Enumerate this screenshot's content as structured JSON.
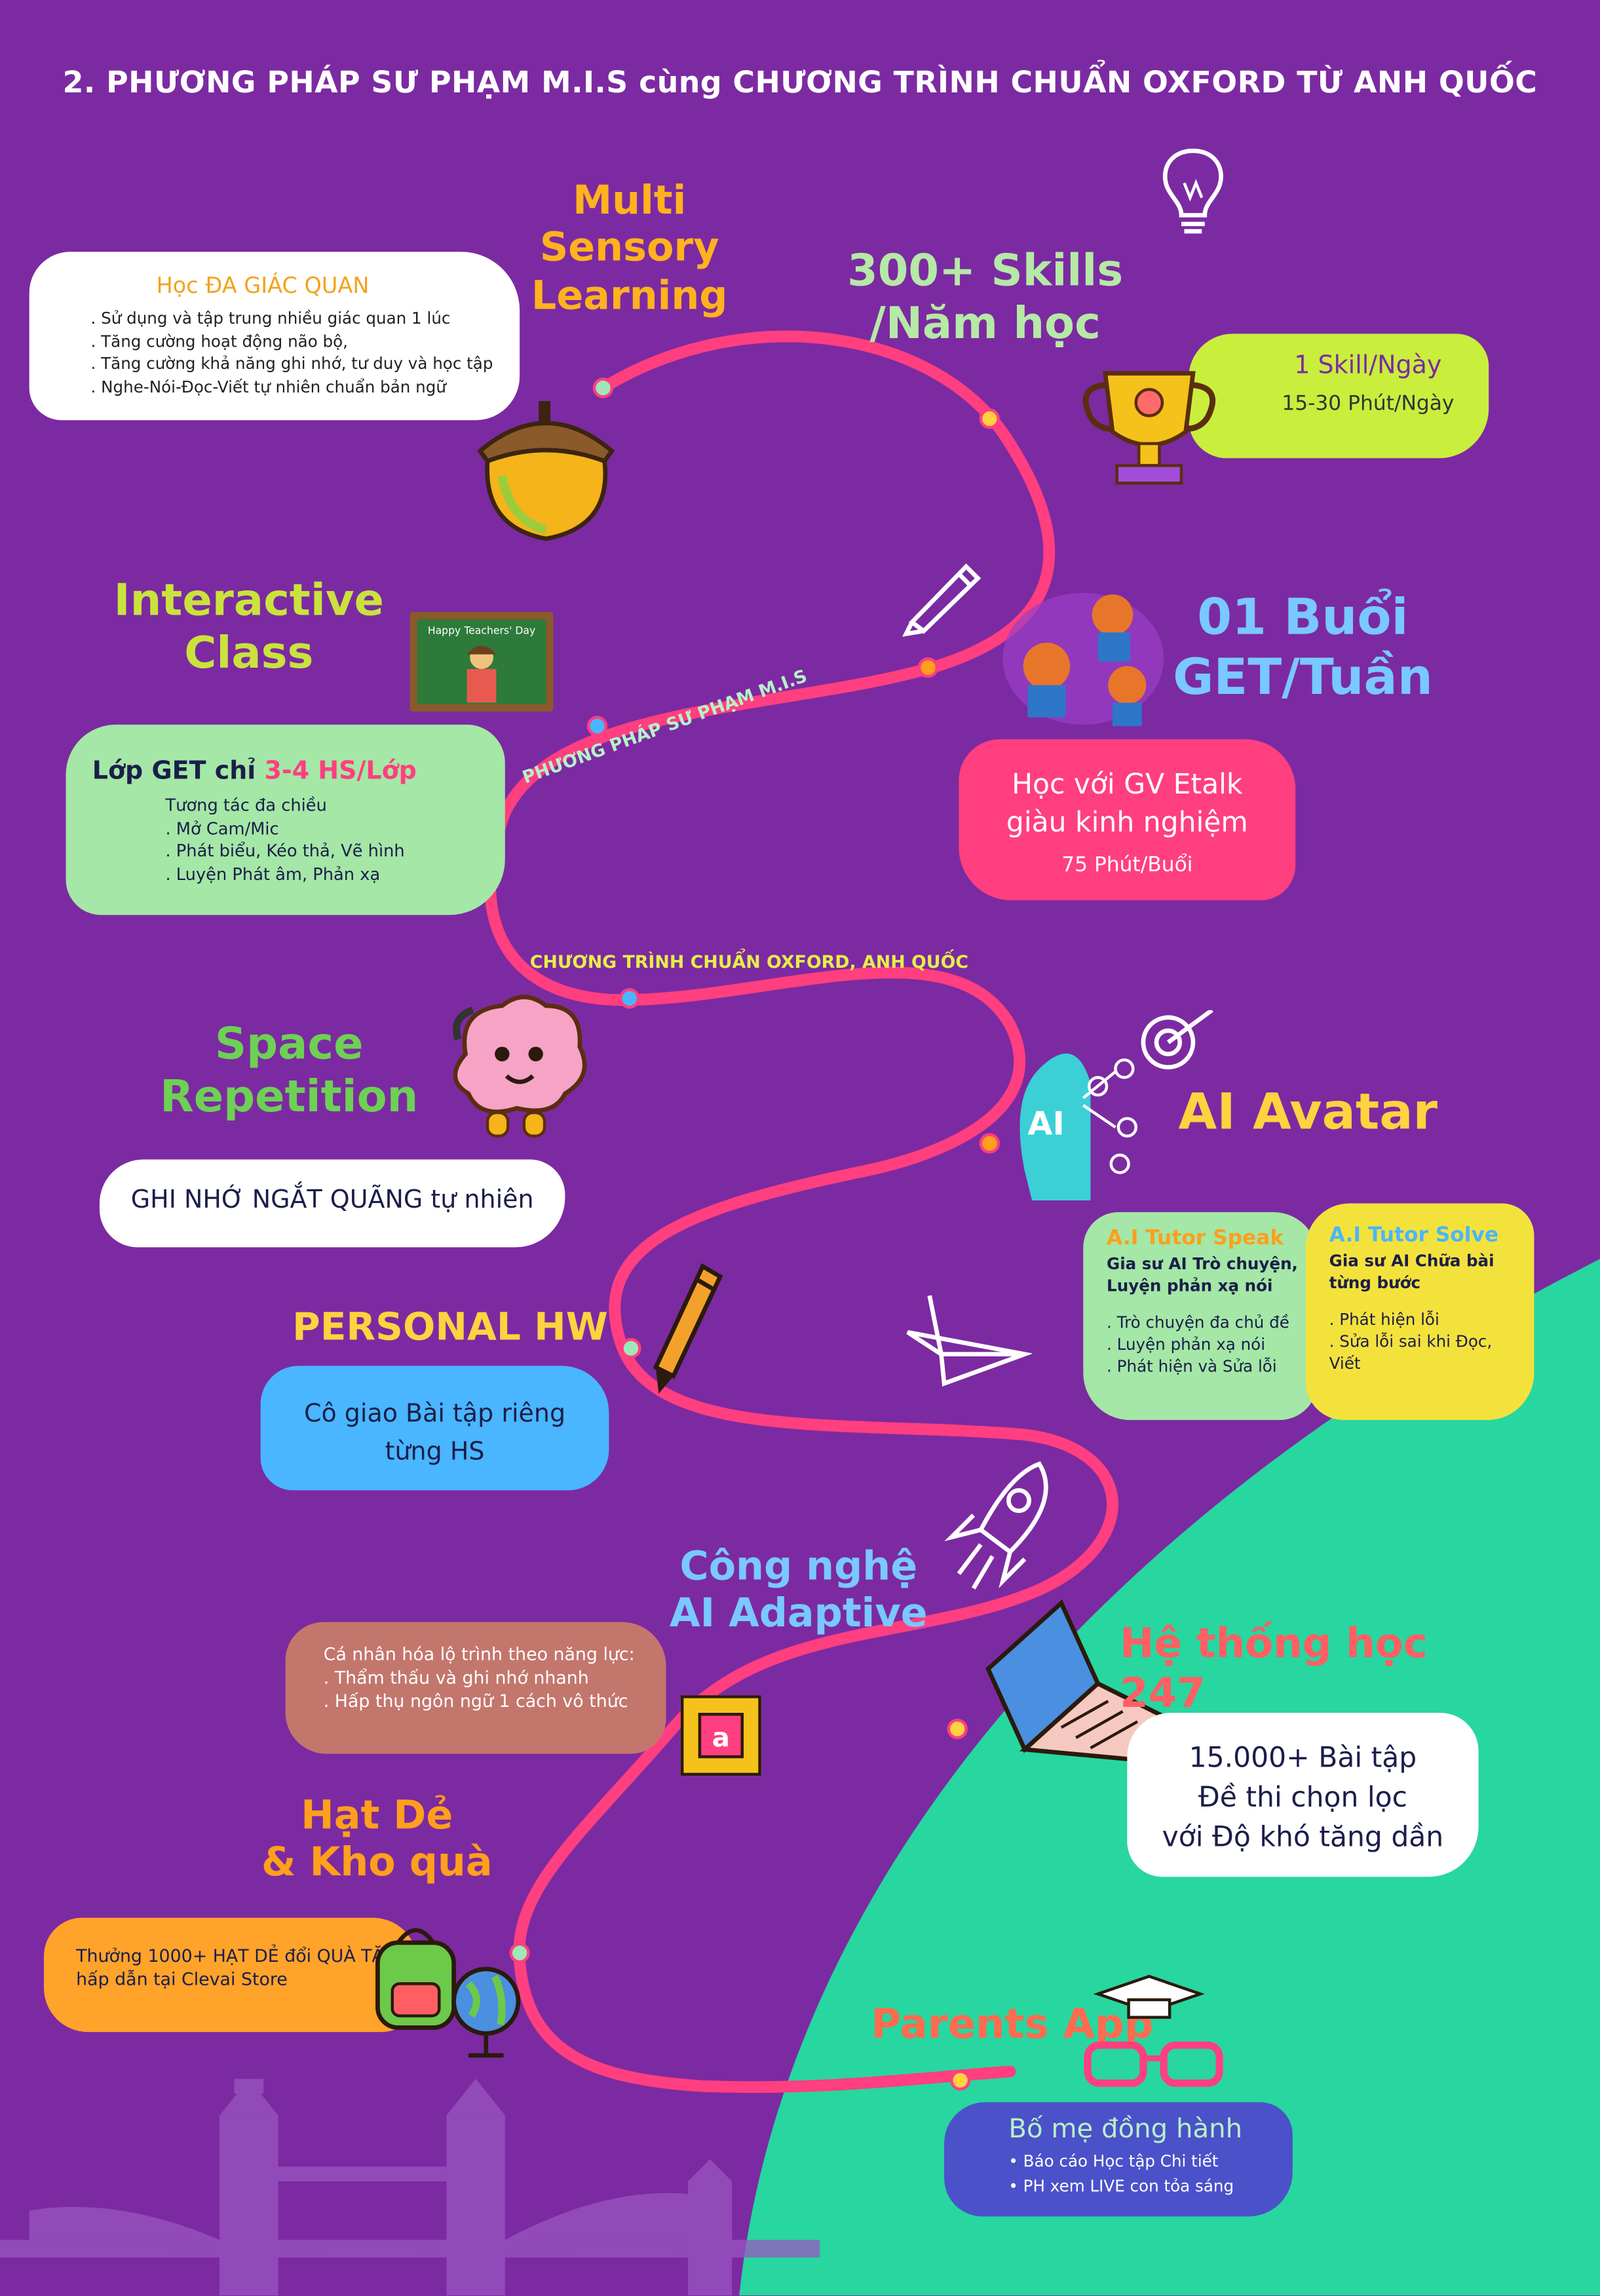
{
  "title": "2. PHƯƠNG PHÁP SƯ PHẠM M.I.S cùng CHƯƠNG TRÌNH CHUẨN OXFORD TỪ ANH QUỐC",
  "colors": {
    "background": "#7c2aa2",
    "path": "#ff3f7f",
    "green_area": "#28d6a0"
  },
  "path_labels": {
    "mis": "PHƯƠNG PHÁP SƯ PHẠM M.I.S",
    "oxford": "CHƯƠNG TRÌNH CHUẨN OXFORD, ANH QUỐC"
  },
  "multi_sensory": {
    "heading_lines": [
      "Multi",
      "Sensory",
      "Learning"
    ],
    "card_title": "Học ĐA GIÁC QUAN",
    "bullets": [
      ". Sử dụng và tập trung nhiều giác quan 1 lúc",
      ". Tăng cường hoạt động não bộ,",
      ". Tăng cường khả năng ghi nhớ, tư duy và học tập",
      ". Nghe-Nói-Đọc-Viết tự nhiên chuẩn bản ngữ"
    ],
    "icon": "acorn-icon"
  },
  "skills": {
    "heading_lines": [
      "300+ Skills",
      "/Năm học"
    ],
    "card_lines": [
      "1 Skill/Ngày",
      "15-30 Phút/Ngày"
    ],
    "icon": "trophy-icon"
  },
  "interactive": {
    "heading_lines": [
      "Interactive",
      "Class"
    ],
    "card_title_a": "Lớp GET chỉ ",
    "card_title_b": "3-4 HS/Lớp",
    "subtitle": "Tương tác đa chiều",
    "bullets": [
      ". Mở Cam/Mic",
      ". Phát biểu, Kéo thả, Vẽ hình",
      ". Luyện Phát âm, Phản xạ"
    ],
    "board_text": "Happy Teachers' Day"
  },
  "get": {
    "heading_lines": [
      "01 Buổi",
      "GET/Tuần"
    ],
    "card_lines": [
      "Học với GV Etalk",
      "giàu kinh nghiệm"
    ],
    "card_note": "75 Phút/Buổi"
  },
  "space": {
    "heading_lines": [
      "Space",
      "Repetition"
    ],
    "card_text": "GHI NHỚ NGẮT QUÃNG tự nhiên",
    "icon": "brain-icon"
  },
  "ai_avatar": {
    "heading": "AI Avatar",
    "head_label": "AI",
    "speak": {
      "title": "A.I Tutor Speak",
      "sub": "Gia sư AI Trò chuyện, Luyện phản xạ nói",
      "bullets": [
        ". Trò chuyện đa chủ đề",
        ". Luyện phản xạ nói",
        ". Phát hiện và Sửa lỗi"
      ]
    },
    "solve": {
      "title": "A.I Tutor Solve",
      "sub": "Gia sư AI Chữa bài từng bước",
      "bullets": [
        ". Phát hiện lỗi",
        ". Sửa lỗi sai khi Đọc, Viết"
      ]
    }
  },
  "personal_hw": {
    "heading": "PERSONAL HW",
    "card_lines": [
      "Cô giao Bài tập riêng",
      "từng HS"
    ]
  },
  "adaptive": {
    "heading_lines": [
      "Công nghệ",
      "AI Adaptive"
    ],
    "card_title": "Cá nhân hóa lộ trình theo năng lực:",
    "bullets": [
      ". Thẩm thấu và ghi nhớ nhanh",
      ". Hấp thụ ngôn ngữ 1 cách vô thức"
    ],
    "chip_label": "a"
  },
  "system247": {
    "heading": "Hệ thống học 247",
    "card_lines": [
      "15.000+ Bài tập",
      "Đề thi chọn lọc",
      "với Độ khó tăng dần"
    ]
  },
  "hat_de": {
    "heading_lines": [
      "Hạt Dẻ",
      "& Kho quà"
    ],
    "card_lines": [
      "Thưởng 1000+ HẠT DẺ đổi QUÀ TẶNG",
      "hấp dẫn tại Clevai Store"
    ]
  },
  "parents": {
    "heading": "Parents App",
    "card_title": "Bố mẹ đồng hành",
    "bullets": [
      "• Báo cáo Học tập Chi tiết",
      "• PH xem LIVE con tỏa sáng"
    ]
  }
}
